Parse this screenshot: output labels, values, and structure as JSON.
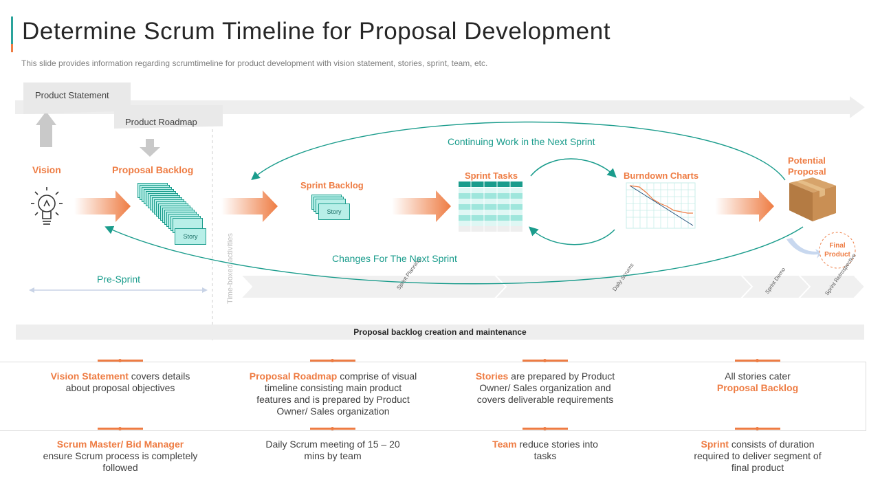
{
  "slide": {
    "title": "Determine Scrum Timeline for Proposal Development",
    "subtitle": "This slide provides information regarding scrumtimeline for product development with vision statement, stories, sprint, team, etc."
  },
  "diagram": {
    "product_statement": "Product Statement",
    "product_roadmap": "Product Roadmap",
    "vision": "Vision",
    "proposal_backlog": "Proposal Backlog",
    "sprint_backlog": "Sprint Backlog",
    "sprint_tasks": "Sprint Tasks",
    "burndown_charts": "Burndown Charts",
    "potential_proposal": "Potential Proposal",
    "final_product": "Final Product",
    "story": "Story",
    "continuing_work": "Continuing Work in the Next Sprint",
    "changes_next": "Changes For The Next Sprint",
    "pre_sprint": "Pre-Sprint",
    "time_boxed": "Time-boxed activities",
    "phase_sprint_planning": "Sprint Planning",
    "phase_daily_scrums": "Daily Scrums",
    "phase_sprint_demo": "Sprint Demo",
    "phase_sprint_retro": "Sprint Retrospective",
    "backlog_bar": "Proposal backlog creation and maintenance"
  },
  "grid": [
    {
      "highlight": "Vision Statement",
      "text": " covers details about proposal objectives"
    },
    {
      "highlight": "Proposal Roadmap",
      "text": " comprise of visual timeline consisting main product features and is prepared by Product Owner/ Sales organization"
    },
    {
      "highlight": "Stories",
      "text": " are prepared by Product Owner/ Sales organization and covers deliverable requirements"
    },
    {
      "pre": "All stories cater ",
      "highlight": "Proposal Backlog"
    },
    {
      "highlight": "Scrum Master/ Bid Manager",
      "text": " ensure Scrum process is completely followed"
    },
    {
      "text": "Daily Scrum meeting of 15 – 20 mins by team"
    },
    {
      "highlight": "Team",
      "text": " reduce stories into tasks"
    },
    {
      "highlight": "Sprint",
      "text": " consists of duration required to deliver segment of final product"
    }
  ],
  "colors": {
    "orange": "#ee7c43",
    "teal": "#1a9c8c",
    "gray": "#e9e9e9"
  }
}
